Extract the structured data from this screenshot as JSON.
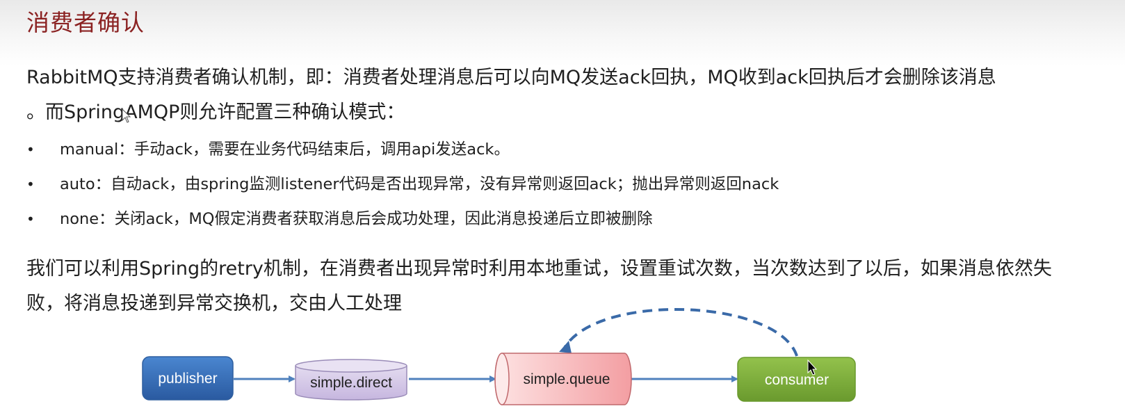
{
  "title": "消费者确认",
  "intro": {
    "line1": "RabbitMQ支持消费者确认机制，即：消费者处理消息后可以向MQ发送ack回执，MQ收到ack回执后才会删除该消息",
    "line2": "。而SpringAMQP则允许配置三种确认模式："
  },
  "bullets": [
    {
      "text": "manual：手动ack，需要在业务代码结束后，调用api发送ack。"
    },
    {
      "text": "auto：自动ack，由spring监测listener代码是否出现异常，没有异常则返回ack；抛出异常则返回nack"
    },
    {
      "text": "none：关闭ack，MQ假定消费者获取消息后会成功处理，因此消息投递后立即被删除"
    }
  ],
  "retry": {
    "line1": "我们可以利用Spring的retry机制，在消费者出现异常时利用本地重试，设置重试次数，当次数达到了以后，如果消息依然失",
    "line2": "败，将消息投递到异常交换机，交由人工处理"
  },
  "diagram": {
    "publisher": "publisher",
    "exchange": "simple.direct",
    "queue": "simple.queue",
    "consumer": "consumer",
    "colors": {
      "publisher": "#3a6fb8",
      "exchange": "#cdbfe3",
      "queue": "#f6b7b9",
      "consumer": "#7fb03e",
      "arrow": "#4f81bd"
    }
  }
}
